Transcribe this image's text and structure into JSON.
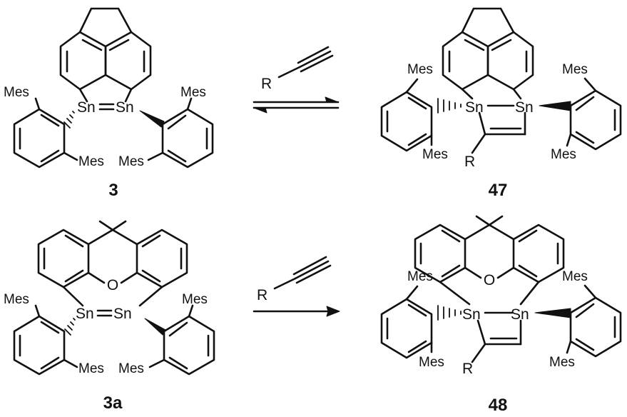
{
  "labels": {
    "mes": "Mes",
    "sn": "Sn",
    "o": "O",
    "r": "R"
  },
  "compounds": {
    "c3": "3",
    "c47": "47",
    "c3a": "3a",
    "c48": "48"
  },
  "reactions": [
    {
      "from": "3",
      "to": "47",
      "reagent": "R–C≡CH",
      "arrow": "equilibrium"
    },
    {
      "from": "3a",
      "to": "48",
      "reagent": "R–C≡CH",
      "arrow": "forward"
    }
  ],
  "colors": {
    "ink": "#111111",
    "background": "#ffffff"
  }
}
